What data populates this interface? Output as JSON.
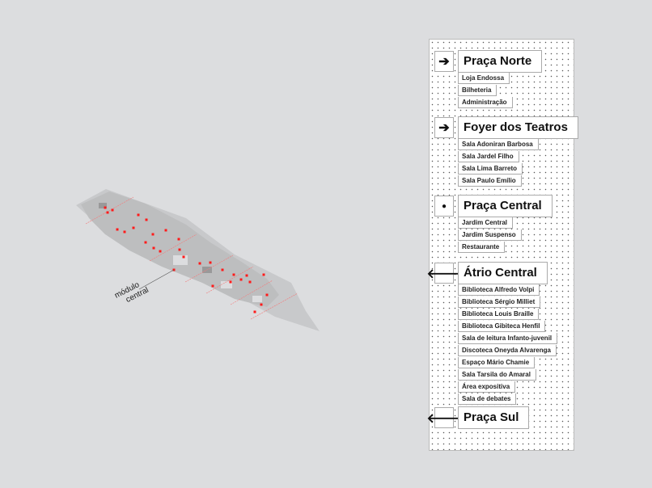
{
  "map": {
    "label_line1": "módulo",
    "label_line2": "central",
    "marker_color": "#ff1a1a"
  },
  "sign": {
    "sections": [
      {
        "icon": "arrow-right-icon",
        "glyph": "➔",
        "title": "Praça Norte",
        "items": [
          "Loja Endossa",
          "Bilheteria",
          "Administração"
        ]
      },
      {
        "icon": "arrow-right-icon",
        "glyph": "➔",
        "title": "Foyer dos Teatros",
        "items": [
          "Sala Adoniran Barbosa",
          "Sala Jardel Filho",
          "Sala Lima Barreto",
          "Sala Paulo Emílio"
        ]
      },
      {
        "icon": "dot-icon",
        "glyph": "●",
        "title": "Praça Central",
        "items": [
          "Jardim Central",
          "Jardim Suspenso",
          "Restaurante"
        ]
      },
      {
        "icon": "arrow-left-icon",
        "glyph": "🡐",
        "title": "Átrio Central",
        "items": [
          "Biblioteca Alfredo Volpi",
          "Biblioteca Sérgio Milliet",
          "Biblioteca Louis Braille",
          "Biblioteca Gibiteca Henfil",
          "Sala de leitura Infanto-juvenil",
          "Discoteca Oneyda Alvarenga",
          "Espaço Mário Chamie",
          "Sala Tarsila do Amaral",
          "Área expositiva",
          "Sala de debates"
        ]
      },
      {
        "icon": "arrow-left-icon",
        "glyph": "🡐",
        "title": "Praça Sul",
        "items": []
      }
    ]
  }
}
